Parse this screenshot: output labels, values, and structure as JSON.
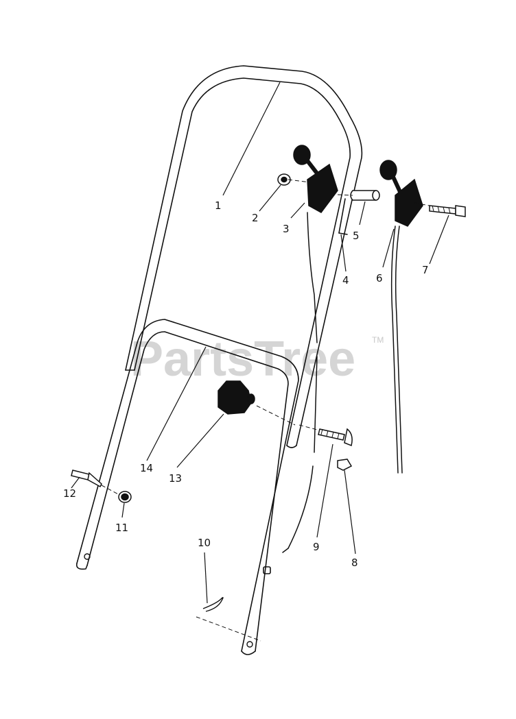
{
  "watermark": {
    "text": "PartsTree",
    "trademark": "TM"
  },
  "callouts": [
    "1",
    "2",
    "3",
    "4",
    "5",
    "6",
    "7",
    "8",
    "9",
    "10",
    "11",
    "12",
    "13",
    "14"
  ],
  "colors": {
    "ink": "#111111",
    "watermark": "#c8c8c8",
    "background": "#ffffff"
  }
}
